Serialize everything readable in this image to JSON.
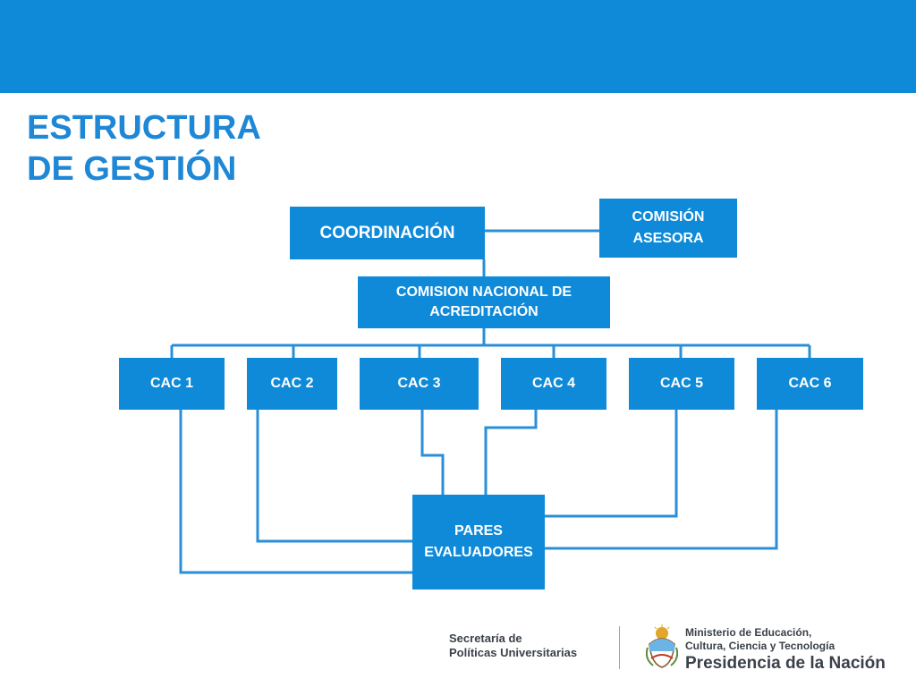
{
  "title": {
    "line1": "ESTRUCTURA",
    "line2": "DE GESTIÓN"
  },
  "chart": {
    "coordinacion": "COORDINACIÓN",
    "comision_asesora": {
      "line1": "COMISIÓN",
      "line2": "ASESORA"
    },
    "cna": {
      "line1": "COMISION NACIONAL DE",
      "line2": "ACREDITACIÓN"
    },
    "cac": [
      "CAC 1",
      "CAC 2",
      "CAC 3",
      "CAC 4",
      "CAC 5",
      "CAC 6"
    ],
    "pares": {
      "line1": "PARES",
      "line2": "EVALUADORES"
    }
  },
  "footer": {
    "secretaria": {
      "line1": "Secretaría de",
      "line2": "Políticas Universitarias"
    },
    "ministerio": {
      "line1": "Ministerio de Educación,",
      "line2": "Cultura, Ciencia y Tecnología",
      "line3": "Presidencia de la Nación"
    }
  },
  "colors": {
    "accent": "#0e8ad8",
    "title": "#1e88d6",
    "connector": "#2a8fd8",
    "footer_text": "#3b4149"
  }
}
